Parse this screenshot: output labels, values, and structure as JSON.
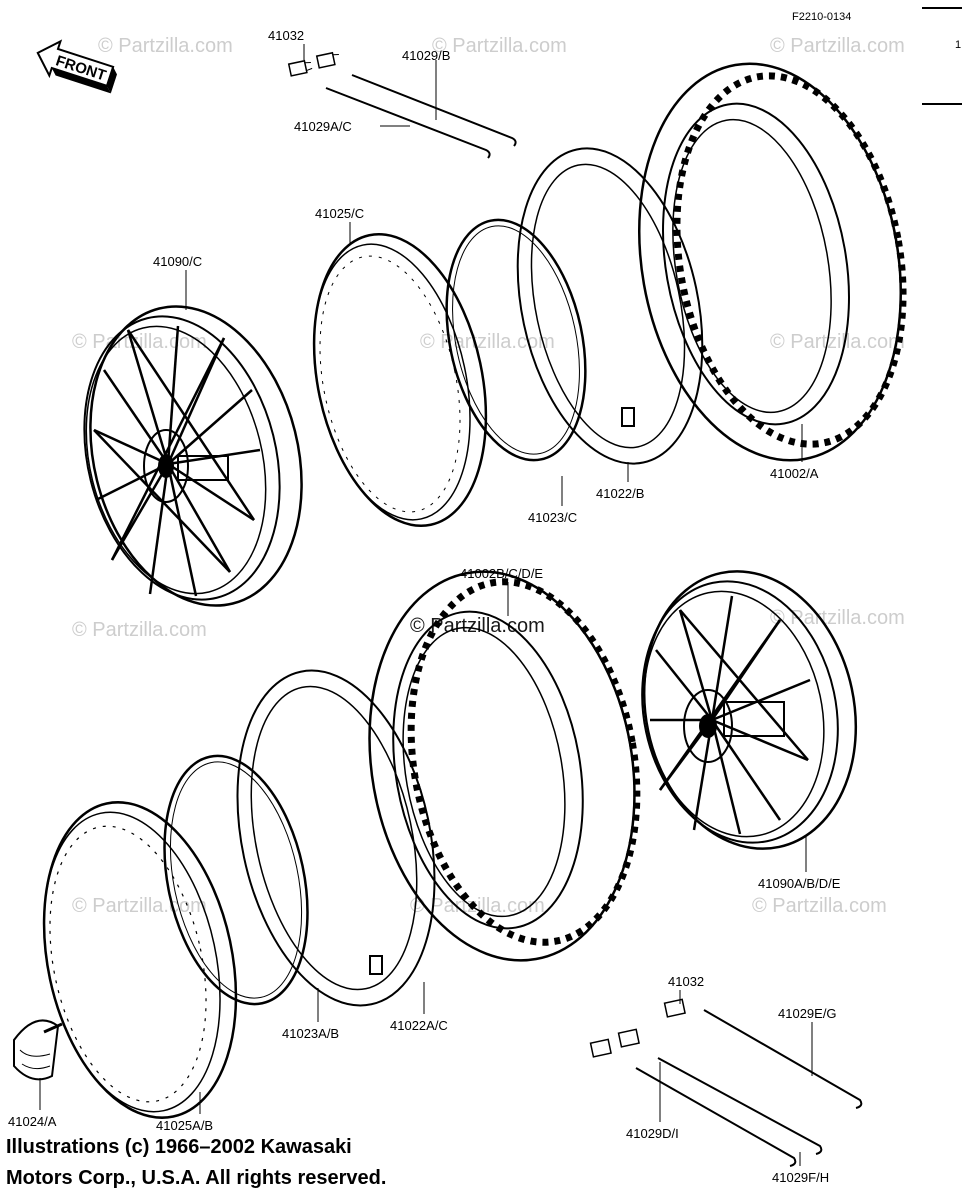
{
  "diagram": {
    "ref_code": "F2210-0134",
    "page_mark": "1",
    "front_arrow_label": "FRONT",
    "watermark": "© Partzilla.com",
    "labels": {
      "l41032_top": "41032",
      "l41029B": "41029/B",
      "l41029AC": "41029A/C",
      "l41025C": "41025/C",
      "l41090C": "41090/C",
      "l41002A": "41002/A",
      "l41022B": "41022/B",
      "l41023C": "41023/C",
      "l41002BCDE": "41002B/C/D/E",
      "l41090ABDE": "41090A/B/D/E",
      "l41032_bottom": "41032",
      "l41029EG": "41029E/G",
      "l41029DI": "41029D/I",
      "l41029FH": "41029F/H",
      "l41023AB": "41023A/B",
      "l41022AC": "41022A/C",
      "l41024A": "41024/A",
      "l41025AB": "41025A/B"
    },
    "copyright_line1": "Illustrations (c) 1966–2002 Kawasaki",
    "copyright_line2": "Motors Corp., U.S.A.  All rights reserved."
  }
}
